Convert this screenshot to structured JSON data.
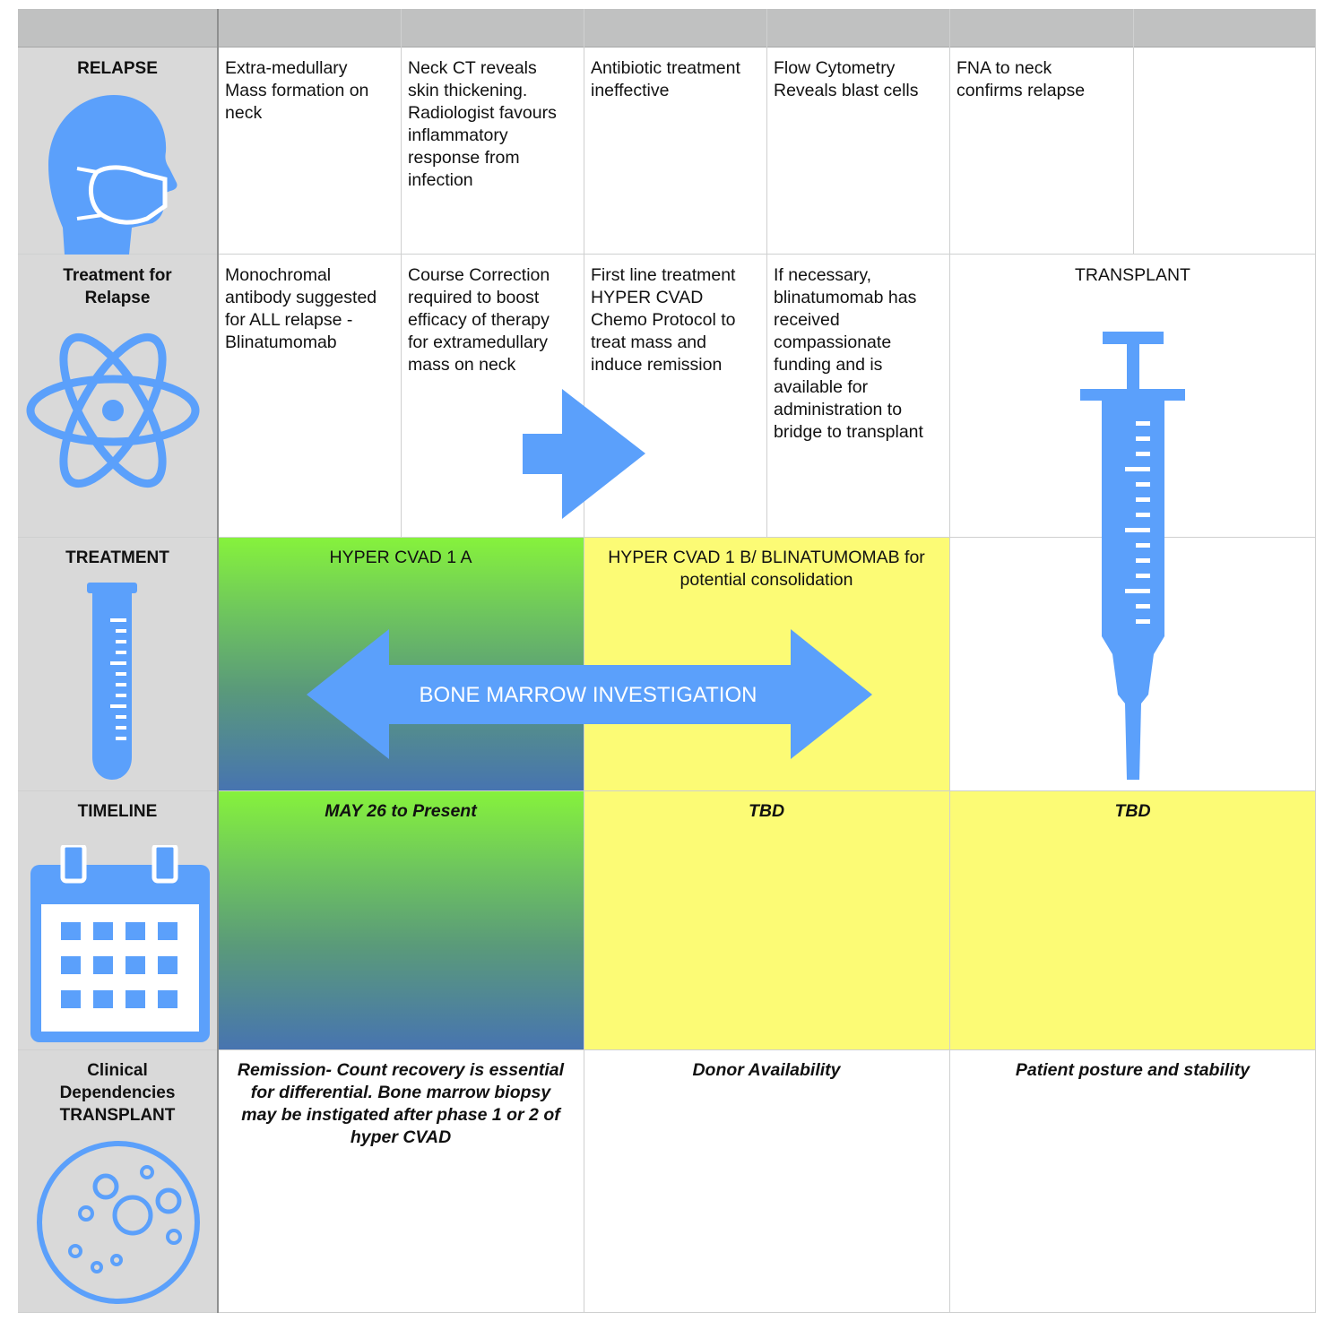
{
  "colors": {
    "icon_blue": "#5ba0fb",
    "header_gray": "#c0c1c1",
    "rowhead_gray": "#d9d9d9",
    "yellow": "#fcfb75",
    "green_top": "#86f23c",
    "blue_bottom": "#4774b0"
  },
  "rows": {
    "relapse": {
      "label": "RELAPSE",
      "icon": "masked-head-icon",
      "cells": [
        "Extra-medullary\nMass formation on\nneck",
        "Neck CT reveals\nskin thickening.\nRadiologist favours\ninflammatory\nresponse from\ninfection",
        "Antibiotic treatment\nineffective",
        "Flow Cytometry\nReveals blast cells",
        "FNA to neck\nconfirms relapse",
        ""
      ]
    },
    "treatment_for_relapse": {
      "label_line1": "Treatment for",
      "label_line2": "Relapse",
      "icon": "atom-icon",
      "cells": [
        "Monochromal\nantibody suggested\nfor ALL relapse -\nBlinatumomab",
        "Course Correction\nrequired to boost\nefficacy of therapy\nfor extramedullary\nmass on neck",
        "First line treatment\nHYPER CVAD\nChemo Protocol to\ntreat mass and\ninduce remission",
        "If necessary,\nblinatumomab has\nreceived\ncompassionate\nfunding and is\navailable for\nadministration to\nbridge to transplant"
      ],
      "transplant_label": "TRANSPLANT",
      "transplant_icon": "syringe-icon",
      "arrow_icon": "right-arrow-icon"
    },
    "treatment": {
      "label": "TREATMENT",
      "icon": "test-tube-icon",
      "phase_a": "HYPER CVAD 1 A",
      "phase_b_line1": "HYPER CVAD 1 B/ BLINATUMOMAB for",
      "phase_b_line2": "potential consolidation",
      "arrow_label": "BONE MARROW INVESTIGATION"
    },
    "timeline": {
      "label": "TIMELINE",
      "icon": "calendar-icon",
      "col_a": "MAY 26 to Present",
      "col_b": "TBD",
      "col_c": "TBD"
    },
    "clinical": {
      "label_line1": "Clinical",
      "label_line2": "Dependencies",
      "label_line3": "TRANSPLANT",
      "icon": "cell-icon",
      "col_a_line1": "Remission- Count recovery is essential",
      "col_a_line2": "for differential. Bone marrow biopsy",
      "col_a_line3": "may be instigated after phase 1 or 2 of",
      "col_a_line4": "hyper CVAD",
      "col_b": "Donor Availability",
      "col_c": "Patient posture and stability"
    }
  }
}
